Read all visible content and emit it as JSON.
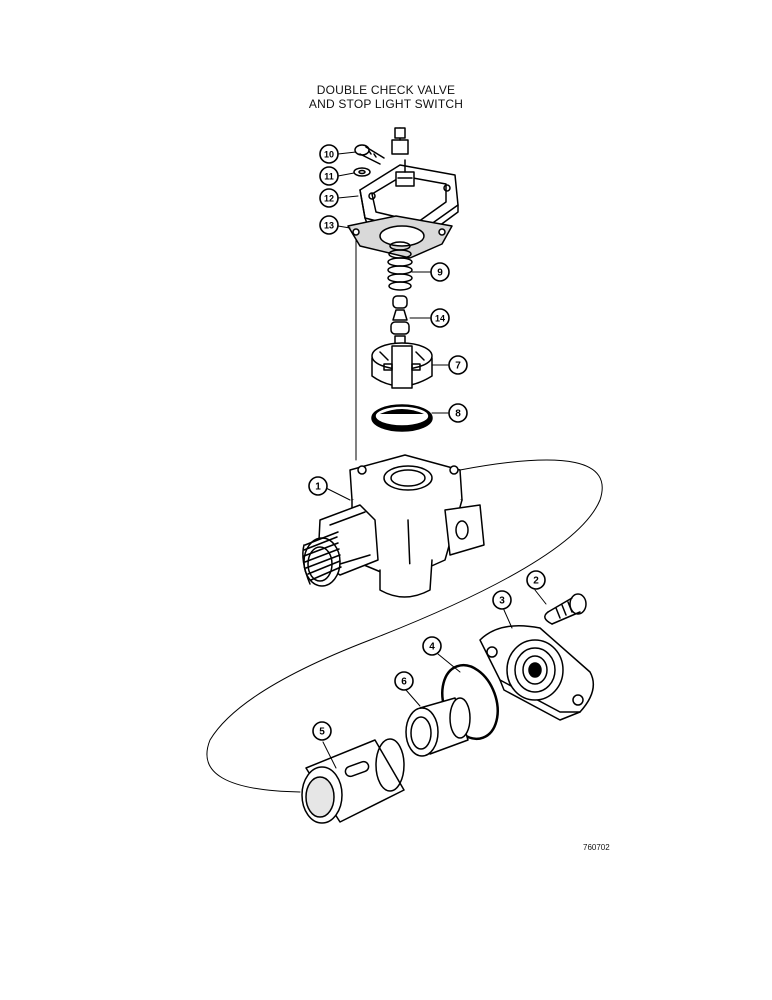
{
  "title_line1": "DOUBLE CHECK VALVE",
  "title_line2": "AND STOP LIGHT SWITCH",
  "figure_ref": "760702",
  "callouts": [
    {
      "id": "c10",
      "label": "10"
    },
    {
      "id": "c11",
      "label": "11"
    },
    {
      "id": "c12",
      "label": "12"
    },
    {
      "id": "c13",
      "label": "13"
    },
    {
      "id": "c9",
      "label": "9"
    },
    {
      "id": "c14",
      "label": "14"
    },
    {
      "id": "c7",
      "label": "7"
    },
    {
      "id": "c8",
      "label": "8"
    },
    {
      "id": "c1",
      "label": "1"
    },
    {
      "id": "c2",
      "label": "2"
    },
    {
      "id": "c3",
      "label": "3"
    },
    {
      "id": "c4",
      "label": "4"
    },
    {
      "id": "c6",
      "label": "6"
    },
    {
      "id": "c5",
      "label": "5"
    }
  ]
}
